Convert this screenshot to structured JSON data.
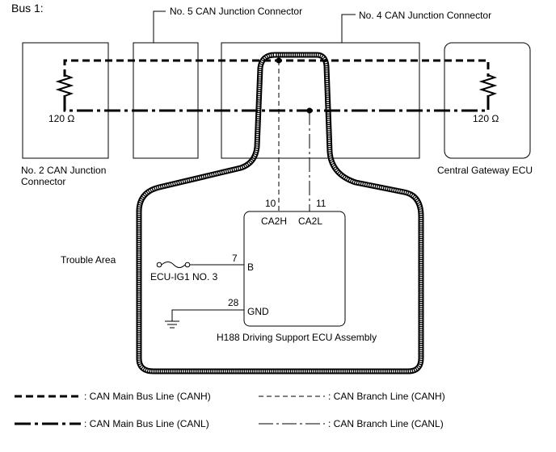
{
  "bus_title": "Bus 1:",
  "components": {
    "no2": {
      "name": "No. 2 CAN Junction",
      "name2": "Connector",
      "resistor": "120 Ω"
    },
    "no5": {
      "name": "No. 5 CAN Junction Connector"
    },
    "no4": {
      "name": "No. 4 CAN Junction Connector"
    },
    "gateway": {
      "name": "Central Gateway ECU",
      "resistor": "120 Ω"
    },
    "ecu": {
      "name": "H188  Driving  Support ECU Assembly",
      "pins": [
        {
          "number": "10",
          "label": "CA2H"
        },
        {
          "number": "11",
          "label": "CA2L"
        },
        {
          "number": "7",
          "label": "B"
        },
        {
          "number": "28",
          "label": "GND"
        }
      ]
    },
    "fuse": {
      "name": "ECU-IG1  NO. 3"
    }
  },
  "trouble_area": "Trouble Area",
  "legend": [
    {
      "line": "main-canh",
      "label": ": CAN Main Bus Line (CANH)"
    },
    {
      "line": "main-canl",
      "label": ": CAN Main Bus Line (CANL)"
    },
    {
      "line": "branch-canh",
      "label": ": CAN Branch Line (CANH)"
    },
    {
      "line": "branch-canl",
      "label": ": CAN Branch Line (CANL)"
    }
  ]
}
